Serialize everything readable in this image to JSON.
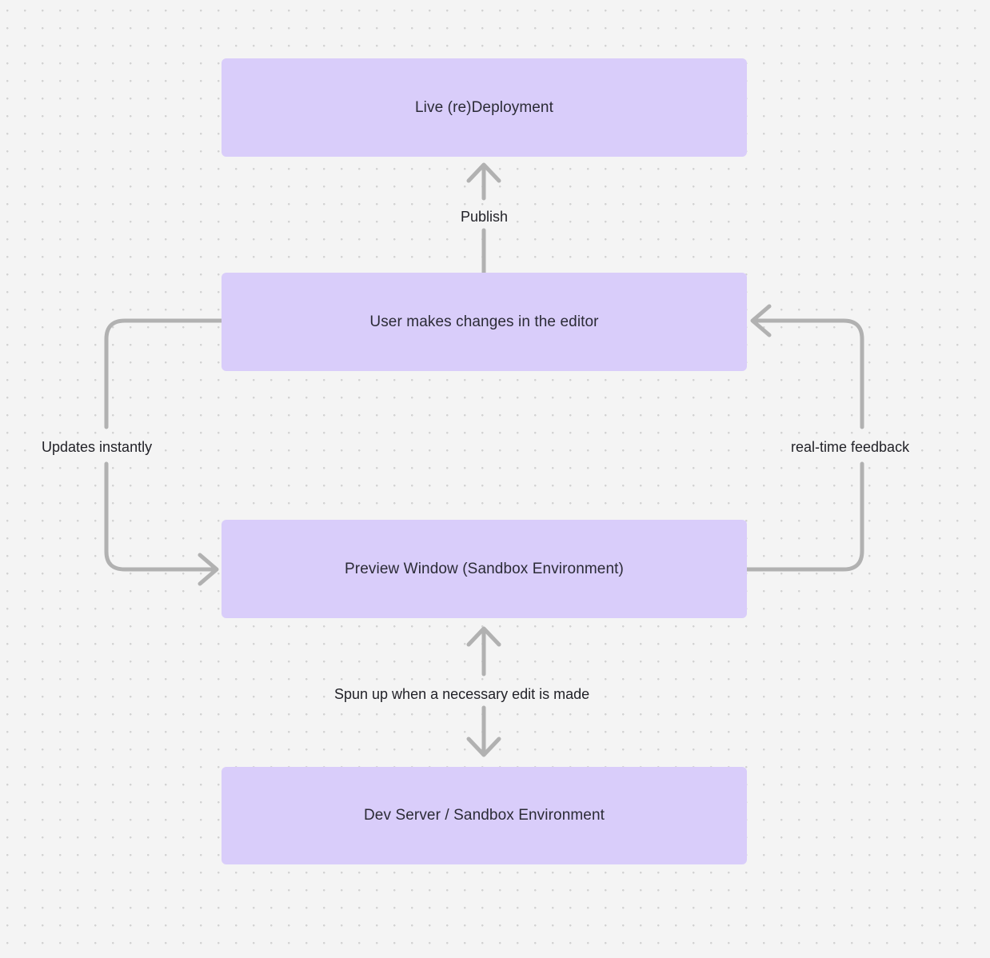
{
  "diagram": {
    "type": "flowchart",
    "title": "Live deployment / preview sandbox loop",
    "background_color": "#f4f4f4",
    "node_color": "#d9cdfa",
    "edge_color": "#b1b1b1",
    "text_color": "#2b2b36",
    "nodes": [
      {
        "id": "live",
        "label": "Live (re)Deployment"
      },
      {
        "id": "user",
        "label": "User makes changes in the editor"
      },
      {
        "id": "preview",
        "label": "Preview Window (Sandbox Environment)"
      },
      {
        "id": "devserver",
        "label": "Dev Server / Sandbox Environment"
      }
    ],
    "edges": [
      {
        "id": "publish",
        "from": "user",
        "to": "live",
        "label": "Publish",
        "direction": "up"
      },
      {
        "id": "updates",
        "from": "user",
        "to": "preview",
        "label": "Updates instantly",
        "direction": "down-left-loop"
      },
      {
        "id": "realtime",
        "from": "preview",
        "to": "user",
        "label": "real-time feedback",
        "direction": "up-right-loop"
      },
      {
        "id": "spun",
        "from": "preview",
        "to": "devserver",
        "label": "Spun up when a necessary edit is made",
        "direction": "bidirectional"
      }
    ]
  }
}
